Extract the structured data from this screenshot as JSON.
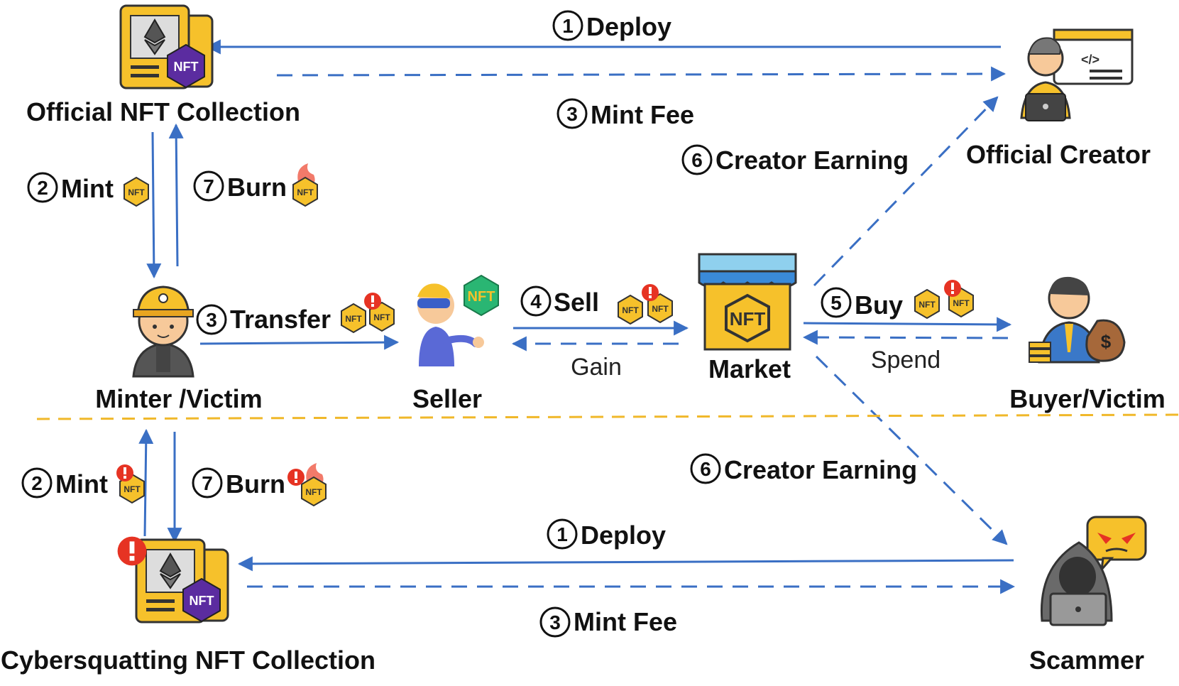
{
  "colors": {
    "arrow": "#3a6fc4",
    "divider": "#f0b82a",
    "icon_yellow": "#f6c12b",
    "nft_purple": "#5b2ca0",
    "warning_red": "#e63323"
  },
  "nodes": {
    "official_collection": "Official NFT Collection",
    "official_creator": "Official Creator",
    "minter": "Minter /Victim",
    "seller": "Seller",
    "market": "Market",
    "buyer": "Buyer/Victim",
    "cyber_collection": "Cybersquatting NFT Collection",
    "scammer": "Scammer"
  },
  "badges": {
    "nft": "NFT"
  },
  "steps": {
    "top_deploy": {
      "num": "1",
      "label": "Deploy"
    },
    "top_mint_fee": {
      "num": "3",
      "label": "Mint Fee"
    },
    "top_mint": {
      "num": "2",
      "label": "Mint"
    },
    "top_burn": {
      "num": "7",
      "label": "Burn"
    },
    "top_creator_earning": {
      "num": "6",
      "label": "Creator Earning"
    },
    "transfer": {
      "num": "3",
      "label": "Transfer"
    },
    "sell": {
      "num": "4",
      "label": "Sell"
    },
    "gain": {
      "label": "Gain"
    },
    "buy": {
      "num": "5",
      "label": "Buy"
    },
    "spend": {
      "label": "Spend"
    },
    "bottom_creator_earning": {
      "num": "6",
      "label": "Creator Earning"
    },
    "bottom_mint": {
      "num": "2",
      "label": "Mint"
    },
    "bottom_burn": {
      "num": "7",
      "label": "Burn"
    },
    "bottom_deploy": {
      "num": "1",
      "label": "Deploy"
    },
    "bottom_mint_fee": {
      "num": "3",
      "label": "Mint Fee"
    }
  }
}
